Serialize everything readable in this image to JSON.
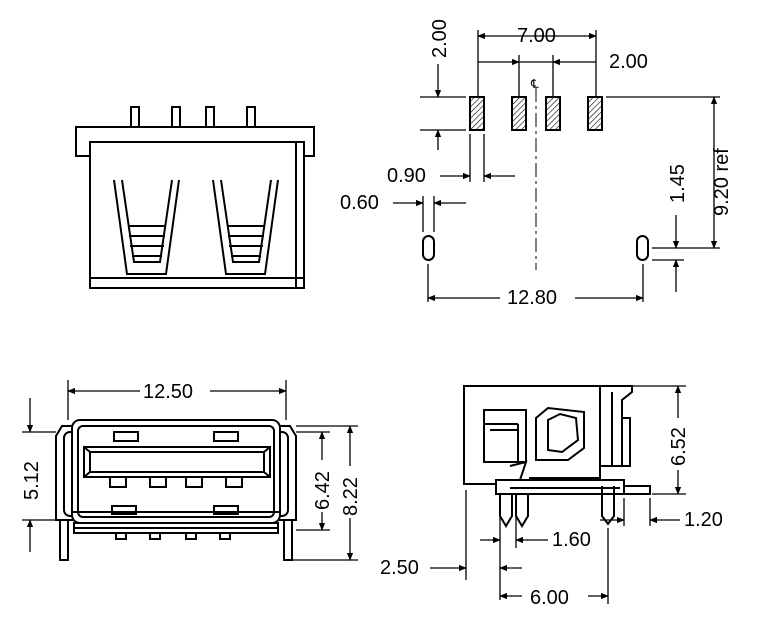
{
  "pcb_layout": {
    "pitch_total": "7.00",
    "pad_offset_left": "2.00",
    "pad_offset_right": "2.00",
    "pad_width": "0.90",
    "slot_width": "0.60",
    "slot_height": "1.45",
    "row_distance": "9.20 ref",
    "slot_spacing": "12.80",
    "centerline": "℄"
  },
  "front_view": {
    "width": "12.50",
    "lower_height": "5.12",
    "inner_height": "6.42",
    "total_height": "8.22"
  },
  "side_view": {
    "height": "6.52",
    "pin_thickness": "1.20",
    "tab_offset": "1.60",
    "back_offset": "2.50",
    "depth": "6.00"
  }
}
